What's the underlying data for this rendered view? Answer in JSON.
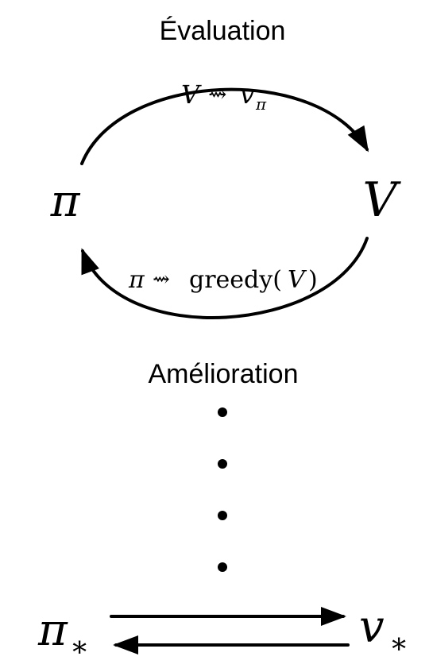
{
  "top_label": "Évaluation",
  "bottom_label": "Amélioration",
  "left_node": "π",
  "right_node": "V",
  "top_arrow_label": {
    "from": "V",
    "arrow": "⇝",
    "to": "v",
    "to_sub": "π"
  },
  "bottom_arrow_label": {
    "from": "π",
    "arrow": "⇝",
    "rest": "greedy(",
    "arg": "V",
    "close": ")"
  },
  "final_left": {
    "symbol": "π",
    "sub": "∗"
  },
  "final_right": {
    "symbol": "v",
    "sub": "∗"
  },
  "dots_count": 4,
  "colors": {
    "ink": "#000000",
    "background": "#ffffff"
  }
}
